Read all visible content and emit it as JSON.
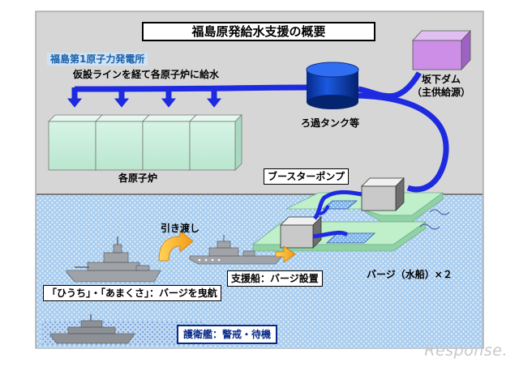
{
  "title": "福島原発給水支援の概要",
  "plant_label": "福島第1原子力発電所",
  "supply_note": "仮設ラインを経て各原子炉に給水",
  "reactors_label": "各原子炉",
  "tank_label": "ろ過タンク等",
  "dam_label_line1": "坂下ダム",
  "dam_label_line2": "（主供給源）",
  "booster_pump_label": "ブースターポンプ",
  "handover_label": "引き渡し",
  "support_ship_label": "支援船：バージ設置",
  "barge_label": "バージ（水船）×２",
  "towing_ships_label": "「ひうち」・「あまくさ」：バージを曳航",
  "escort_label": "護衛艦：警戒・待機",
  "watermark": "Response.",
  "colors": {
    "land": "#d6d6d6",
    "sea": "#a6cdee",
    "pipe": "#1e2adf",
    "reactor": "#c9eedd",
    "barge": "#bff0c9",
    "dam": "#cc8ee6",
    "tank": "#0a3fc0",
    "arrow_orange": "#f4a51d",
    "label_blue": "#1c60a8"
  },
  "icons": [
    "reactor-building-icon",
    "filter-tank-icon",
    "dam-icon",
    "pump-icon",
    "barge-icon",
    "warship-icon",
    "flow-arrow-icon"
  ]
}
